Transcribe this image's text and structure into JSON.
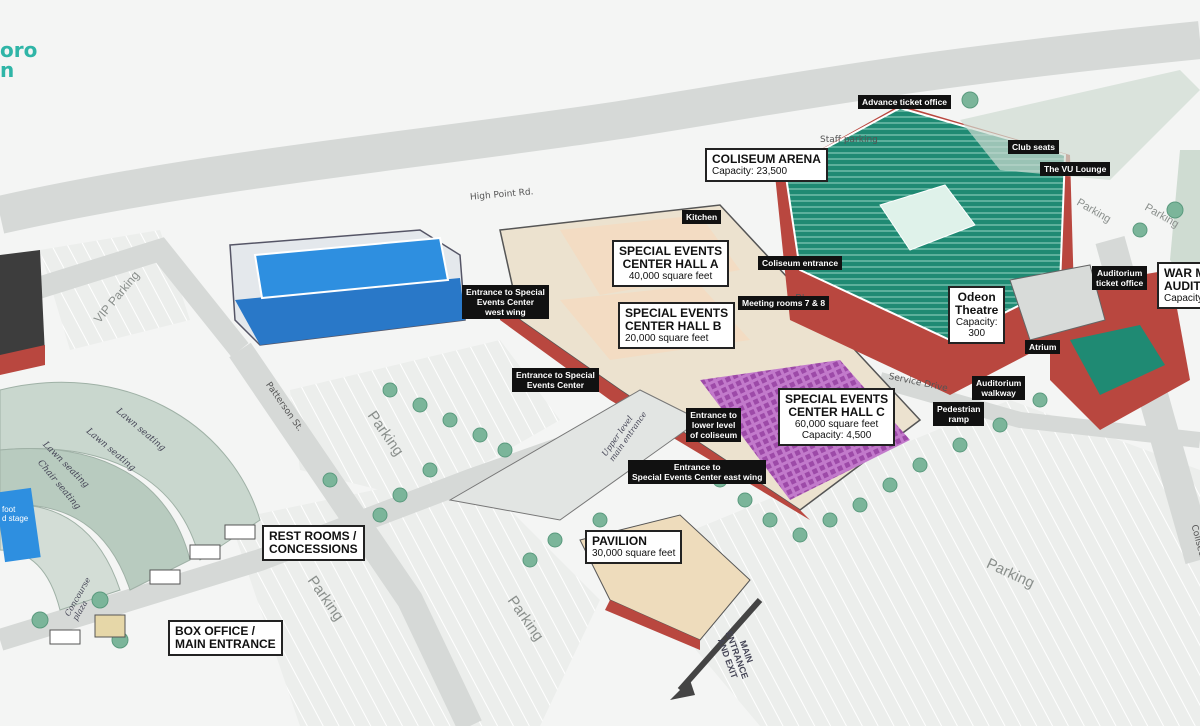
{
  "logo": {
    "line1": "oro",
    "line2": "n"
  },
  "venues": {
    "coliseum_arena": {
      "name": "COLISEUM ARENA",
      "capacity": "Capacity: 23,500"
    },
    "hall_a": {
      "name_line1": "SPECIAL EVENTS",
      "name_line2": "CENTER HALL A",
      "size": "40,000 square feet"
    },
    "hall_b": {
      "name_line1": "SPECIAL EVENTS",
      "name_line2": "CENTER HALL B",
      "size": "20,000 square feet"
    },
    "hall_c": {
      "name_line1": "SPECIAL EVENTS",
      "name_line2": "CENTER HALL C",
      "size": "60,000 square feet",
      "capacity": "Capacity: 4,500"
    },
    "pavilion": {
      "name": "PAVILION",
      "size": "30,000 square feet"
    },
    "odeon": {
      "name_line1": "Odeon",
      "name_line2": "Theatre",
      "capacity_label": "Capacity:",
      "capacity": "300"
    },
    "war_memorial": {
      "name_line1": "WAR M",
      "name_line2": "AUDITO",
      "capacity": "Capacity"
    },
    "rest_rooms": {
      "line1": "REST ROOMS /",
      "line2": "CONCESSIONS"
    },
    "box_office": {
      "line1": "BOX OFFICE /",
      "line2": "MAIN ENTRANCE"
    }
  },
  "tags": {
    "advance_ticket_office": "Advance ticket office",
    "club_seats": "Club seats",
    "vu_lounge": "The VU Lounge",
    "kitchen": "Kitchen",
    "coliseum_entrance": "Coliseum entrance",
    "meeting_rooms": "Meeting rooms 7 & 8",
    "entrance_west_wing": [
      "Entrance to Special",
      "Events Center",
      "west wing"
    ],
    "entrance_special_events": [
      "Entrance to Special",
      "Events Center"
    ],
    "entrance_lower_level": [
      "Entrance to",
      "lower level",
      "of coliseum"
    ],
    "entrance_east_wing": [
      "Entrance to",
      "Special Events Center east wing"
    ],
    "auditorium_ticket_office": [
      "Auditorium",
      "ticket office"
    ],
    "atrium": "Atrium",
    "auditorium_walkway": [
      "Auditorium",
      "walkway"
    ],
    "pedestrian_ramp": [
      "Pedestrian",
      "ramp"
    ]
  },
  "labels": {
    "high_point_rd": "High Point Rd.",
    "staff_parking": "Staff parking",
    "plaza": "Plaza",
    "service_drive": "Service Drive",
    "patterson_st": "Patterson St.",
    "vip_parking": "VIP Parking",
    "parking_1": "Parking",
    "parking_2": "Parking",
    "parking_3": "Parking",
    "parking_4": "Parking",
    "parking_5": "Parking",
    "parking_6": "Parking",
    "coliseum_blvd": "Coliseum",
    "upper_level_entrance": [
      "Upper level",
      "main entrance"
    ],
    "main_entrance_exit": [
      "MAIN",
      "ENTRANCE",
      "AND EXIT"
    ],
    "lawn_seating_1": "Lawn seating",
    "lawn_seating_2": "Lawn seating",
    "lawn_seating_3": "Lawn seating",
    "chair_seating": "Chair seating",
    "concourse_plaza": [
      "Concourse",
      "plaza"
    ],
    "stage": [
      "foot",
      "d stage"
    ]
  },
  "colors": {
    "road": "#d6d9d7",
    "parking_lot": "#e7e9e7",
    "arena_green": "#1f8a73",
    "pool_blue": "#2e8fe0",
    "hall_purple": "#b05fb8",
    "brick": "#b9473f",
    "tree": "#7bb59a",
    "logo": "#2fb5a7"
  }
}
